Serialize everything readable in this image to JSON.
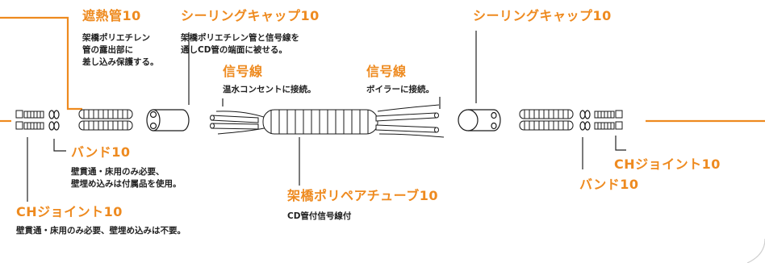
{
  "colors": {
    "accent": "#ee8a1f",
    "ink": "#1a1a1a",
    "text": "#222222"
  },
  "labels": {
    "shunetsu": {
      "title": "遮熱管10",
      "desc": [
        "架橋ポリエチレン",
        "管の露出部に",
        "差し込み保護する。"
      ]
    },
    "sealing_left": {
      "title": "シーリングキャップ10",
      "desc": [
        "架橋ポリエチレン管と信号線を",
        "通しCD管の端面に被せる。"
      ]
    },
    "sealing_right": {
      "title": "シーリングキャップ10"
    },
    "signal_left": {
      "title": "信号線",
      "desc": [
        "温水コンセントに接続。"
      ]
    },
    "signal_right": {
      "title": "信号線",
      "desc": [
        "ボイラーに接続。"
      ]
    },
    "band_left": {
      "title": "バンド10",
      "desc": [
        "壁貫通・床用のみ必要、",
        "壁埋め込みは付属品を使用。"
      ]
    },
    "ch_left": {
      "title": "CHジョイント10",
      "desc": [
        "壁貫通・床用のみ必要、壁埋め込みは不要。"
      ]
    },
    "pair_tube": {
      "title": "架橋ポリペアチューブ10",
      "desc": [
        "CD管付信号線付"
      ]
    },
    "ch_right": {
      "title": "CHジョイント10"
    },
    "band_right": {
      "title": "バンド10"
    }
  }
}
